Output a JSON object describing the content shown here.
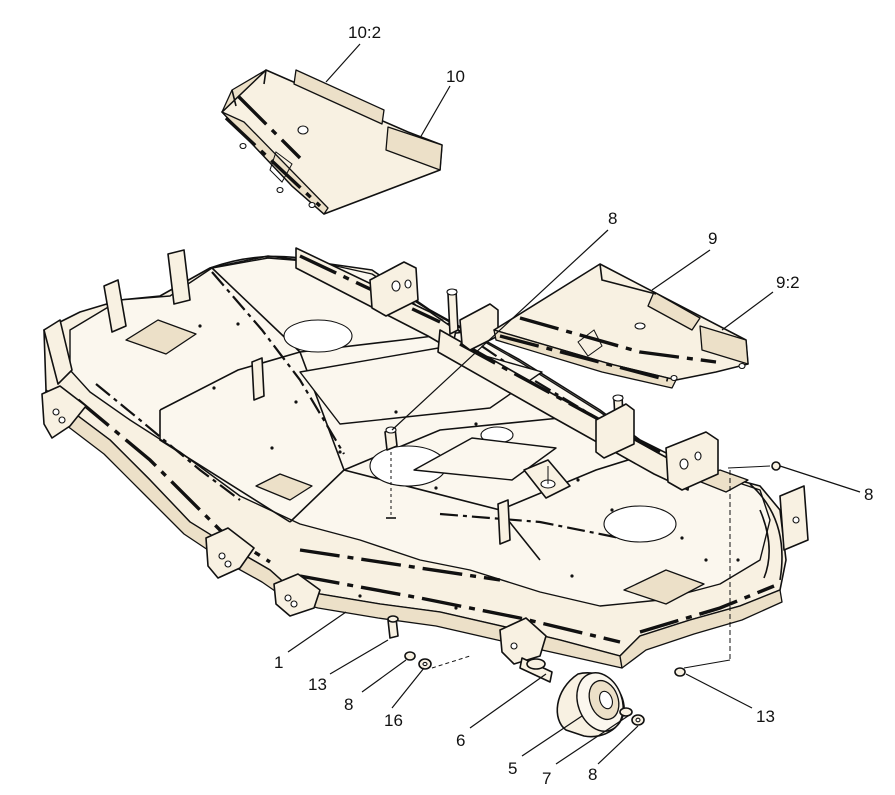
{
  "callouts": {
    "c_10_2": "10:2",
    "c_10": "10",
    "c_8_top": "8",
    "c_9": "9",
    "c_9_2": "9:2",
    "c_8_right": "8",
    "c_1": "1",
    "c_13_left": "13",
    "c_8_lower": "8",
    "c_16": "16",
    "c_6": "6",
    "c_5": "5",
    "c_7": "7",
    "c_8_bottom": "8",
    "c_13_right": "13"
  }
}
